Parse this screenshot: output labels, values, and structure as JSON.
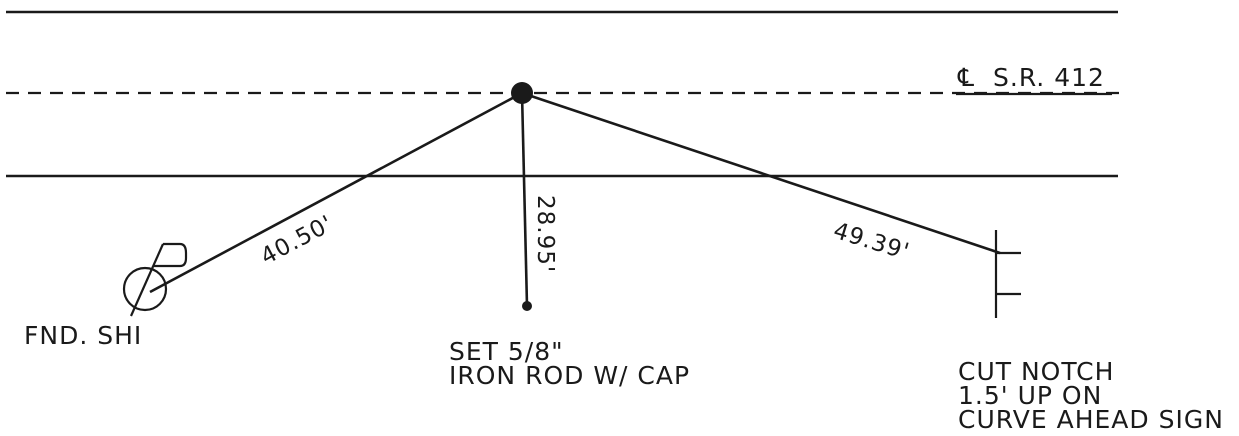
{
  "centerline": {
    "symbol": "℄",
    "label": "S.R. 412"
  },
  "points": {
    "shield": {
      "label": "FND. SHI"
    },
    "iron_rod": {
      "line1": "SET 5/8\"",
      "line2": "IRON ROD W/ CAP"
    },
    "sign": {
      "line1": "CUT NOTCH",
      "line2": "1.5' UP ON",
      "line3": "CURVE AHEAD SIGN"
    }
  },
  "ties": {
    "to_shield": "40.50'",
    "to_rod": "28.95'",
    "to_sign": "49.39'"
  }
}
